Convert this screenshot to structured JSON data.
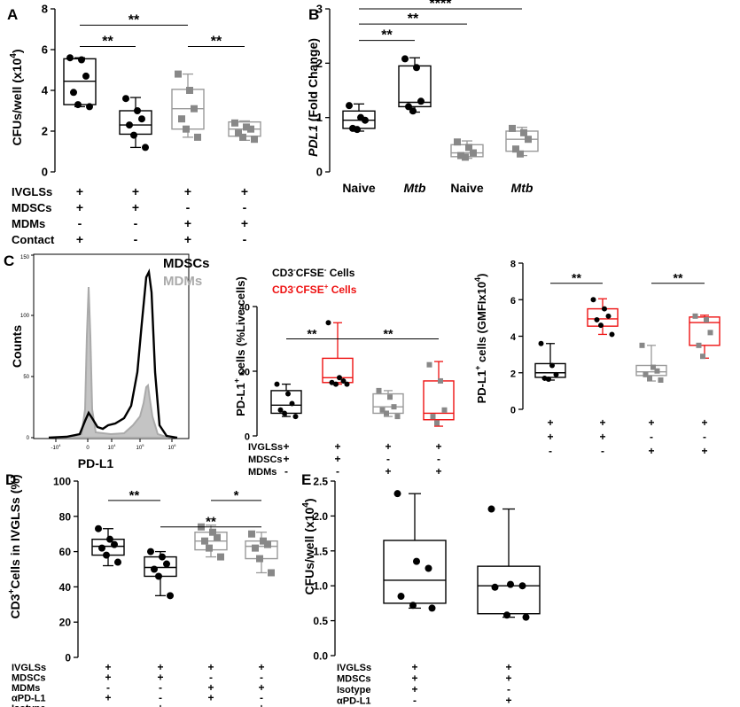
{
  "panel_labels": [
    "A",
    "B",
    "C",
    "D",
    "E"
  ],
  "chart_data": [
    {
      "id": "A",
      "type": "box",
      "ylabel_main": "CFUs/well (x10",
      "ylabel_sup": "4",
      "ylabel_close": ")",
      "ylim": [
        0,
        8
      ],
      "yticks": [
        "0",
        "2",
        "4",
        "6",
        "8"
      ],
      "groups": [
        {
          "color": "#000000",
          "marker": "circle",
          "min": 3.2,
          "q1": 3.3,
          "median": 4.45,
          "q3": 5.55,
          "max": 5.6,
          "points": [
            5.6,
            5.5,
            4.7,
            3.9,
            3.3,
            3.2
          ]
        },
        {
          "color": "#000000",
          "marker": "circle",
          "min": 1.2,
          "q1": 1.85,
          "median": 2.3,
          "q3": 3.0,
          "max": 3.65,
          "points": [
            3.6,
            3.0,
            2.6,
            2.3,
            1.8,
            1.2
          ]
        },
        {
          "color": "#999999",
          "marker": "square",
          "min": 1.7,
          "q1": 2.1,
          "median": 3.1,
          "q3": 4.05,
          "max": 4.8,
          "points": [
            4.8,
            4.0,
            3.1,
            2.6,
            2.1,
            1.7
          ]
        },
        {
          "color": "#999999",
          "marker": "square",
          "min": 1.55,
          "q1": 1.75,
          "median": 2.1,
          "q3": 2.45,
          "max": 2.5,
          "points": [
            2.4,
            2.2,
            2.1,
            1.9,
            1.7,
            1.6
          ]
        }
      ],
      "significance": [
        {
          "from": 0,
          "to": 2,
          "label": "**",
          "y": 7.2
        },
        {
          "from": 0,
          "to": 1,
          "label": "**",
          "y": 6.15
        },
        {
          "from": 2,
          "to": 3,
          "label": "**",
          "y": 6.15
        }
      ],
      "conditions": [
        {
          "label": "IVGLSs",
          "values": [
            "+",
            "+",
            "+",
            "+"
          ]
        },
        {
          "label": "MDSCs",
          "values": [
            "+",
            "+",
            "-",
            "-"
          ]
        },
        {
          "label": "MDMs",
          "values": [
            "-",
            "-",
            "+",
            "+"
          ]
        },
        {
          "label": "Contact",
          "values": [
            "+",
            "-",
            "+",
            "-"
          ]
        }
      ]
    },
    {
      "id": "B",
      "type": "box",
      "ylabel_main": "PDL1",
      "ylabel_rest": " (Fold Change)",
      "ylim": [
        0,
        3
      ],
      "yticks": [
        "0",
        "1",
        "2",
        "3"
      ],
      "categories": [
        {
          "label": "Naive",
          "italic": false
        },
        {
          "label": "Mtb",
          "italic": true
        },
        {
          "label": "Naive",
          "italic": false
        },
        {
          "label": "Mtb",
          "italic": true
        }
      ],
      "groups": [
        {
          "color": "#000000",
          "marker": "circle",
          "min": 0.75,
          "q1": 0.8,
          "median": 0.95,
          "q3": 1.12,
          "max": 1.25,
          "points": [
            1.22,
            1.0,
            0.95,
            0.8,
            0.78
          ]
        },
        {
          "color": "#000000",
          "marker": "circle",
          "min": 1.1,
          "q1": 1.2,
          "median": 1.28,
          "q3": 1.95,
          "max": 2.1,
          "points": [
            2.08,
            1.92,
            1.3,
            1.2,
            1.12
          ]
        },
        {
          "color": "#999999",
          "marker": "square",
          "min": 0.25,
          "q1": 0.28,
          "median": 0.35,
          "q3": 0.5,
          "max": 0.57,
          "points": [
            0.55,
            0.45,
            0.35,
            0.3,
            0.27
          ]
        },
        {
          "color": "#999999",
          "marker": "square",
          "min": 0.3,
          "q1": 0.38,
          "median": 0.6,
          "q3": 0.75,
          "max": 0.82,
          "points": [
            0.8,
            0.72,
            0.6,
            0.42,
            0.33
          ]
        }
      ],
      "significance": [
        {
          "from": 0,
          "to": 3,
          "label": "****",
          "y": 3.0
        },
        {
          "from": 0,
          "to": 2,
          "label": "**",
          "y": 2.72
        },
        {
          "from": 0,
          "to": 1,
          "label": "**",
          "y": 2.42
        }
      ]
    },
    {
      "id": "C-histogram",
      "type": "area",
      "ylabel": "Counts",
      "xlabel": "PD-L1",
      "ylim": [
        0,
        150
      ],
      "yticks": [
        "0",
        "50",
        "100",
        "150"
      ],
      "xticks": [
        "-10",
        "0",
        "10",
        "10",
        "10"
      ],
      "xtick_sups": [
        "4",
        "",
        "4",
        "5",
        "6"
      ],
      "series": [
        {
          "name": "MDSCs",
          "color": "#000000"
        },
        {
          "name": "MDMs",
          "color": "#aaaaaa"
        }
      ]
    },
    {
      "id": "C-middle",
      "type": "box",
      "ylabel": "PD-L1+ cells (%Live cells)",
      "ylim": [
        0,
        40
      ],
      "yticks": [
        "0",
        "20",
        "40"
      ],
      "legend": [
        "CD3-CFSE- Cells",
        "CD3-CFSE+ Cells"
      ],
      "groups": [
        {
          "color": "#000000",
          "marker": "circle",
          "min": 6,
          "q1": 7,
          "median": 9.5,
          "q3": 14,
          "max": 16,
          "points": [
            16,
            13,
            10,
            8,
            7,
            6
          ]
        },
        {
          "color": "#ee1111",
          "marker": "circle",
          "min": 16,
          "q1": 16.5,
          "median": 18,
          "q3": 24,
          "max": 35,
          "points": [
            35,
            18,
            17,
            16.5,
            16,
            16
          ]
        },
        {
          "color": "#999999",
          "marker": "square",
          "min": 6,
          "q1": 7,
          "median": 9,
          "q3": 13,
          "max": 14,
          "points": [
            14,
            12,
            9,
            8,
            7,
            6
          ]
        },
        {
          "color": "#ee1111",
          "marker": "square",
          "min": 3,
          "q1": 5,
          "median": 7,
          "q3": 17,
          "max": 23,
          "points": [
            22,
            17,
            8,
            6,
            4
          ]
        }
      ],
      "significance": [
        {
          "from": 0,
          "to": 1,
          "label": "**",
          "y": 30
        },
        {
          "from": 1,
          "to": 3,
          "label": "**",
          "y": 30
        }
      ],
      "conditions": [
        {
          "label": "IVGLSs",
          "values": [
            "+",
            "+",
            "+",
            "+"
          ]
        },
        {
          "label": "MDSCs",
          "values": [
            "+",
            "+",
            "-",
            "-"
          ]
        },
        {
          "label": "MDMs",
          "values": [
            "-",
            "-",
            "+",
            "+"
          ]
        }
      ]
    },
    {
      "id": "C-right",
      "type": "box",
      "ylabel": "PD-L1+ cells (GMFIx10 4)",
      "ylim": [
        0,
        8
      ],
      "yticks": [
        "0",
        "2",
        "4",
        "6",
        "8"
      ],
      "groups": [
        {
          "color": "#000000",
          "marker": "circle",
          "min": 1.6,
          "q1": 1.75,
          "median": 2.0,
          "q3": 2.5,
          "max": 3.6,
          "points": [
            3.6,
            2.4,
            1.9,
            1.7,
            1.65
          ]
        },
        {
          "color": "#ee1111",
          "marker": "circle",
          "min": 4.1,
          "q1": 4.55,
          "median": 4.95,
          "q3": 5.5,
          "max": 6.05,
          "points": [
            6.0,
            5.5,
            5.1,
            4.9,
            4.6,
            4.1
          ]
        },
        {
          "color": "#999999",
          "marker": "square",
          "min": 1.55,
          "q1": 1.85,
          "median": 2.05,
          "q3": 2.4,
          "max": 3.5,
          "points": [
            3.5,
            2.3,
            2.1,
            1.9,
            1.7,
            1.6
          ]
        },
        {
          "color": "#ee1111",
          "marker": "square",
          "min": 2.8,
          "q1": 3.5,
          "median": 4.75,
          "q3": 5.05,
          "max": 5.15,
          "points": [
            5.1,
            4.9,
            4.2,
            3.5,
            2.9
          ]
        }
      ],
      "significance": [
        {
          "from": 0,
          "to": 1,
          "label": "**",
          "y": 6.9
        },
        {
          "from": 2,
          "to": 3,
          "label": "**",
          "y": 6.9
        }
      ],
      "conditions": [
        {
          "label": "",
          "values": [
            "+",
            "+",
            "+",
            "+"
          ]
        },
        {
          "label": "",
          "values": [
            "+",
            "+",
            "-",
            "-"
          ]
        },
        {
          "label": "",
          "values": [
            "-",
            "-",
            "+",
            "+"
          ]
        }
      ]
    },
    {
      "id": "D",
      "type": "box",
      "ylabel_main": "CD3",
      "ylabel_sup": "+",
      "ylabel_close": "Cells in IVGLSs (%)",
      "ylim": [
        0,
        100
      ],
      "yticks": [
        "0",
        "20",
        "40",
        "60",
        "80",
        "100"
      ],
      "groups": [
        {
          "color": "#000000",
          "marker": "circle",
          "min": 52,
          "q1": 58,
          "median": 63,
          "q3": 67,
          "max": 73,
          "points": [
            73,
            67,
            64,
            62,
            58,
            54
          ]
        },
        {
          "color": "#000000",
          "marker": "circle",
          "min": 35,
          "q1": 46,
          "median": 51,
          "q3": 57,
          "max": 60,
          "points": [
            60,
            57,
            53,
            50,
            46,
            35
          ]
        },
        {
          "color": "#999999",
          "marker": "square",
          "min": 57,
          "q1": 61,
          "median": 66,
          "q3": 71,
          "max": 75,
          "points": [
            74,
            71,
            68,
            66,
            62,
            57
          ]
        },
        {
          "color": "#999999",
          "marker": "square",
          "min": 48,
          "q1": 56,
          "median": 63,
          "q3": 66,
          "max": 71,
          "points": [
            70,
            66,
            64,
            62,
            56,
            48
          ]
        }
      ],
      "significance": [
        {
          "from": 0,
          "to": 1,
          "label": "**",
          "y": 89
        },
        {
          "from": 1,
          "to": 3,
          "label": "**",
          "y": 74
        },
        {
          "from": 2,
          "to": 3,
          "label": "*",
          "y": 89
        }
      ],
      "conditions": [
        {
          "label": "IVGLSs",
          "values": [
            "+",
            "+",
            "+",
            "+"
          ]
        },
        {
          "label": "MDSCs",
          "values": [
            "+",
            "+",
            "-",
            "-"
          ]
        },
        {
          "label": "MDMs",
          "values": [
            "-",
            "-",
            "+",
            "+"
          ]
        },
        {
          "label": "αPD-L1",
          "values": [
            "+",
            "-",
            "+",
            "-"
          ]
        },
        {
          "label": "Isotype",
          "values": [
            "-",
            "+",
            "-",
            "+"
          ]
        }
      ]
    },
    {
      "id": "E",
      "type": "box",
      "ylabel_main": "CFUs/well (x10",
      "ylabel_sup": "4",
      "ylabel_close": ")",
      "ylim": [
        0,
        2.5
      ],
      "yticks": [
        "0.0",
        "0.5",
        "1.0",
        "1.5",
        "2.0",
        "2.5"
      ],
      "groups": [
        {
          "color": "#000000",
          "marker": "circle",
          "min": 0.68,
          "q1": 0.75,
          "median": 1.08,
          "q3": 1.65,
          "max": 2.32,
          "points": [
            2.32,
            1.35,
            1.25,
            0.85,
            0.72,
            0.68
          ]
        },
        {
          "color": "#000000",
          "marker": "circle",
          "min": 0.55,
          "q1": 0.6,
          "median": 1.0,
          "q3": 1.28,
          "max": 2.1,
          "points": [
            2.1,
            1.02,
            1.0,
            0.98,
            0.58,
            0.55
          ]
        }
      ],
      "conditions": [
        {
          "label": "IVGLSs",
          "values": [
            "+",
            "+"
          ]
        },
        {
          "label": "MDSCs",
          "values": [
            "+",
            "+"
          ]
        },
        {
          "label": "Isotype",
          "values": [
            "+",
            "-"
          ]
        },
        {
          "label": "αPD-L1",
          "values": [
            "-",
            "+"
          ]
        }
      ]
    }
  ]
}
